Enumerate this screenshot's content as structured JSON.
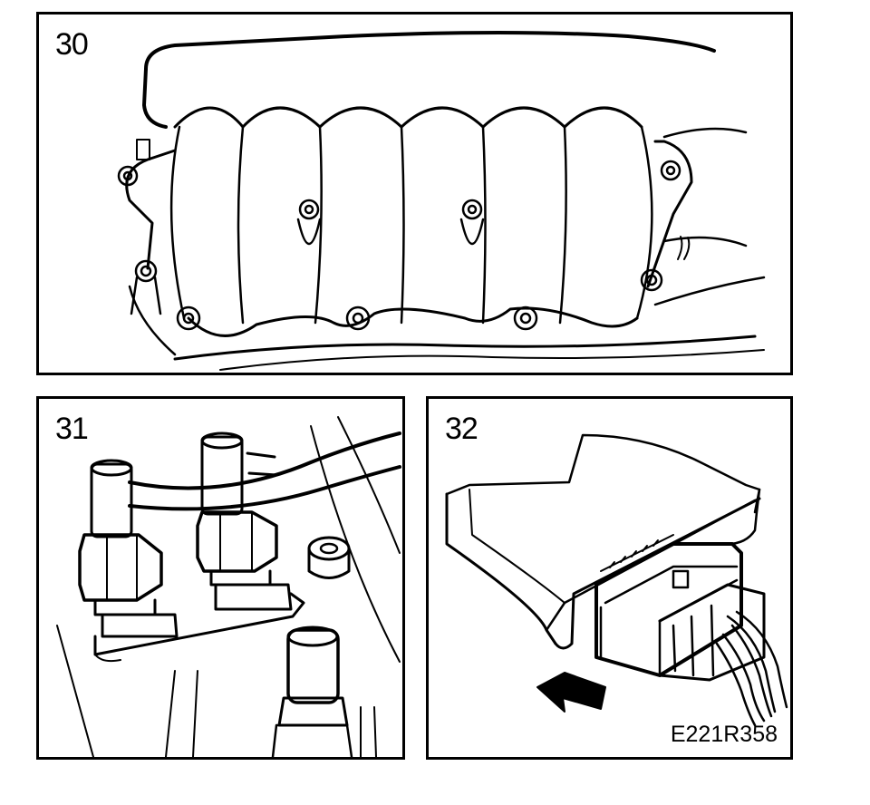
{
  "figures": [
    {
      "number": "30",
      "subject": "intake-manifold"
    },
    {
      "number": "31",
      "subject": "fuel-line-unions"
    },
    {
      "number": "32",
      "subject": "connector-removal"
    }
  ],
  "illustration_code": "E221R358",
  "colors": {
    "ink": "#000000",
    "paper": "#ffffff"
  }
}
